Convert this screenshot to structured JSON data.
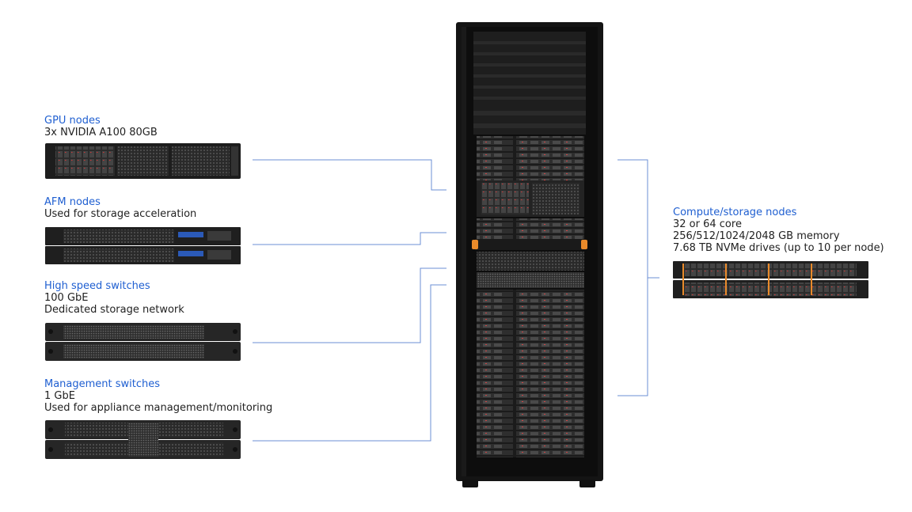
{
  "labels": {
    "gpu": {
      "title": "GPU nodes",
      "lines": [
        "3x NVIDIA A100 80GB"
      ]
    },
    "afm": {
      "title": "AFM nodes",
      "lines": [
        "Used for storage acceleration"
      ]
    },
    "hs_switch": {
      "title": "High speed switches",
      "lines": [
        "100 GbE",
        "Dedicated storage network"
      ]
    },
    "mgmt_switch": {
      "title": "Management switches",
      "lines": [
        "1 GbE",
        "Used for appliance management/monitoring"
      ]
    },
    "compute": {
      "title": "Compute/storage nodes",
      "lines": [
        "32 or 64 core",
        "256/512/1024/2048 GB memory",
        "7.68 TB NVMe drives (up to 10 per node)"
      ]
    }
  },
  "colors": {
    "title_blue": "#1f5fd1",
    "connector": "#6b8fd6",
    "rack": "#141414",
    "orange_accent": "#e98a2a"
  },
  "icons": [
    "gpu-server-icon",
    "afm-server-icon",
    "high-speed-switch-icon",
    "management-switch-icon",
    "compute-storage-server-icon",
    "rack-cabinet-icon"
  ]
}
